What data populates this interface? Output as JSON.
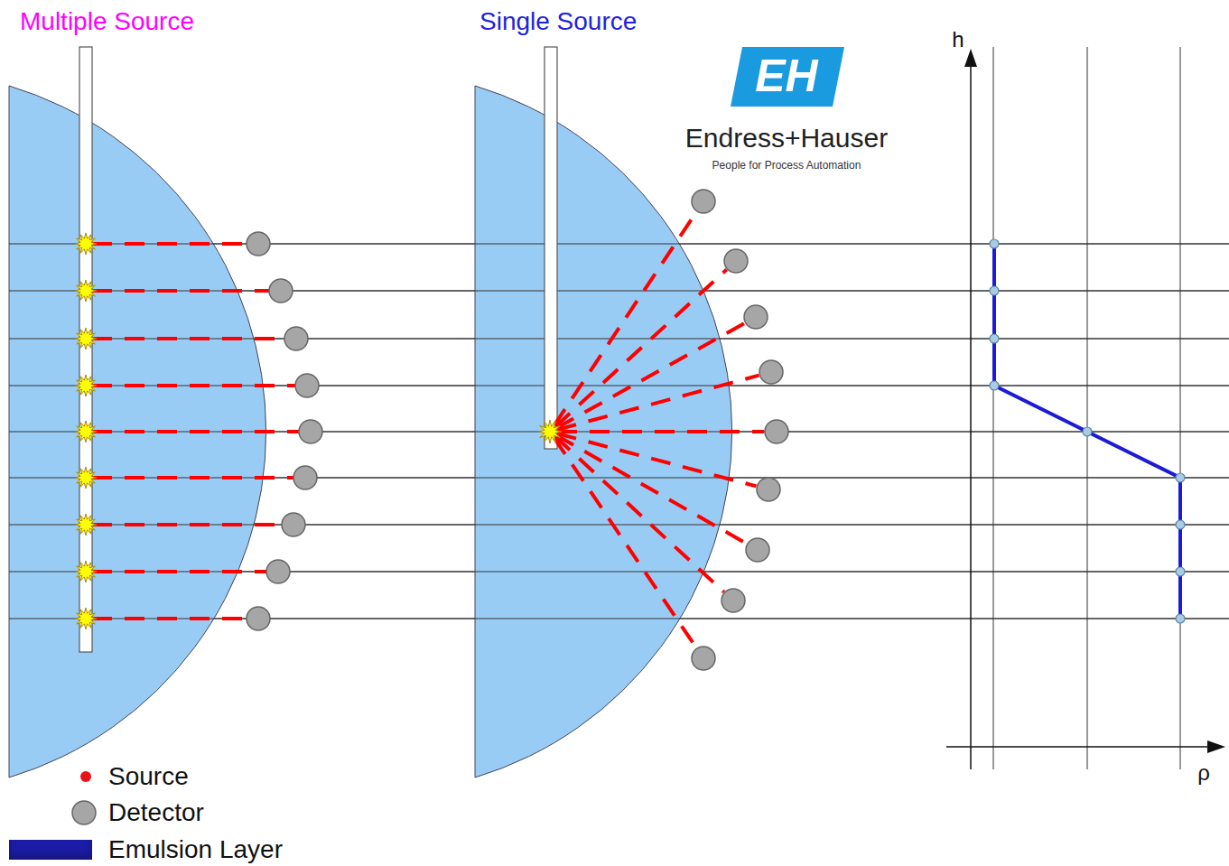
{
  "diagram": {
    "labels": [
      "Multiple Source",
      "Single Source",
      "EH",
      "Endress+Hauser",
      "People for Process Automation",
      "h",
      "ρ"
    ],
    "legend": [
      {
        "text": "Source"
      },
      {
        "text": "Detector"
      },
      {
        "text": "Emulsion Layer",
        "color": "#1c1ca8"
      }
    ]
  }
}
